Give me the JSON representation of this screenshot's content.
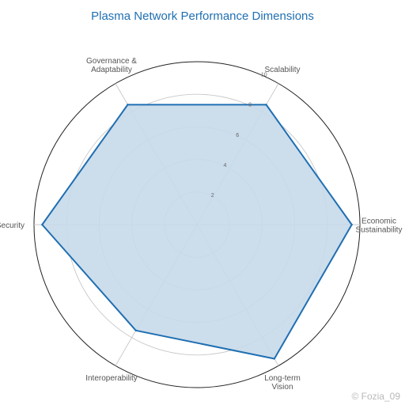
{
  "chart_data": {
    "type": "radar",
    "title": "Plasma Network Performance Dimensions",
    "axes": [
      "Economic\nSustainability",
      "Scalability",
      "Governance &\nAdaptability",
      "Security",
      "Interoperability",
      "Long-term\nVision"
    ],
    "series": [
      {
        "values": [
          9.5,
          8.5,
          8.5,
          9.5,
          7.5,
          9.5
        ]
      }
    ],
    "rlim": [
      0,
      10
    ],
    "radial_ticks": [
      2,
      4,
      6,
      8,
      10
    ],
    "grid": true,
    "colors": {
      "line": "#1f6fb2",
      "fill": "#c6d9ea",
      "title": "#1f6fb2"
    }
  },
  "watermark": "© Fozia_09"
}
